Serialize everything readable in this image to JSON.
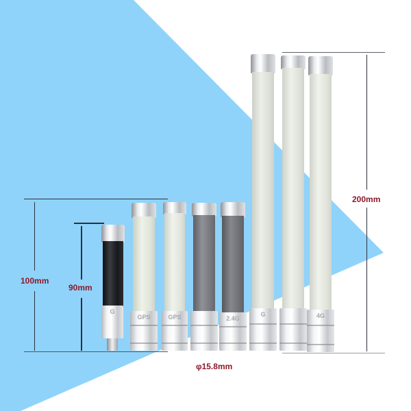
{
  "image": {
    "description": "Product photo of fiberglass omni antennas of different lengths with dimension annotations",
    "background": {
      "blue": "#8fd3fa",
      "white": "#ffffff"
    }
  },
  "dimensions": {
    "height_100": "100mm",
    "height_90": "90mm",
    "height_200": "200mm",
    "diameter": "φ15.8mm"
  },
  "antennas": [
    {
      "id": 1,
      "body_color": "#1e1f22",
      "length_label": "90mm",
      "tag": "G"
    },
    {
      "id": 2,
      "body_color": "#e6ebdf",
      "length_label": "100mm",
      "tag": "GPS"
    },
    {
      "id": 3,
      "body_color": "#e9ede4",
      "length_label": "100mm",
      "tag": "GPS"
    },
    {
      "id": 4,
      "body_color": "#7c7e84",
      "length_label": "100mm",
      "tag": ""
    },
    {
      "id": 5,
      "body_color": "#72747a",
      "length_label": "100mm",
      "tag": "2.4G"
    },
    {
      "id": 6,
      "body_color": "#e7eae2",
      "length_label": "200mm",
      "tag": "G"
    },
    {
      "id": 7,
      "body_color": "#e8ebe3",
      "length_label": "200mm",
      "tag": ""
    },
    {
      "id": 8,
      "body_color": "#eaede5",
      "length_label": "200mm",
      "tag": "4G"
    }
  ]
}
